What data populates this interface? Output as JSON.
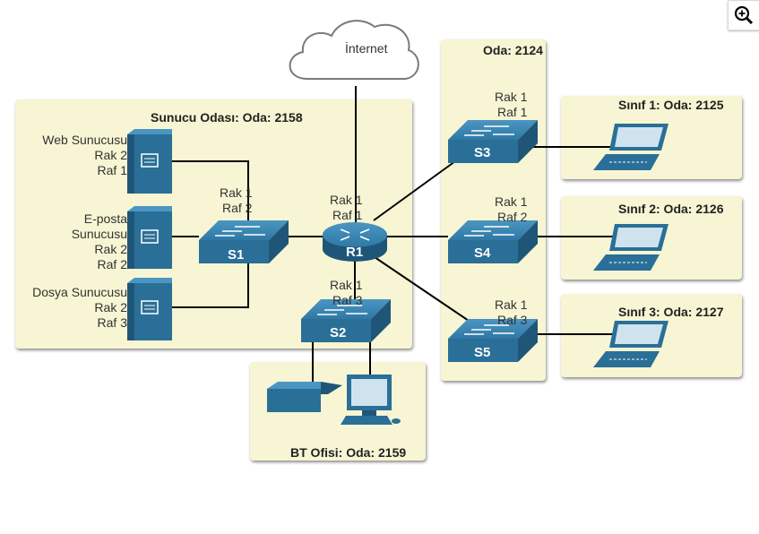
{
  "zoom_button": {
    "icon": "zoom-in-icon"
  },
  "cloud": {
    "label": "İnternet"
  },
  "zones": {
    "server_room": {
      "title": "Sunucu Odası: Oda: 2158"
    },
    "room_2124": {
      "title": "Oda: 2124"
    },
    "it_office": {
      "title": "BT Ofisi: Oda: 2159"
    },
    "class1": {
      "title": "Sınıf 1: Oda: 2125"
    },
    "class2": {
      "title": "Sınıf 2: Oda: 2126"
    },
    "class3": {
      "title": "Sınıf 3: Oda: 2127"
    }
  },
  "servers": {
    "web": {
      "lines": [
        "Web Sunucusu",
        "Rak 2",
        "Raf 1"
      ]
    },
    "email": {
      "lines": [
        "E-posta",
        "Sunucusu",
        "Rak 2",
        "Raf 2"
      ]
    },
    "file": {
      "lines": [
        "Dosya Sunucusu",
        "Rak 2",
        "Raf 3"
      ]
    }
  },
  "devices": {
    "s1": {
      "name": "S1",
      "rack": "Rak 1",
      "shelf": "Raf 2"
    },
    "r1": {
      "name": "R1",
      "rack": "Rak 1",
      "shelf": "Raf 1"
    },
    "s2": {
      "name": "S2",
      "rack": "Rak 1",
      "shelf": "Raf 3"
    },
    "s3": {
      "name": "S3",
      "rack": "Rak 1",
      "shelf": "Raf 1"
    },
    "s4": {
      "name": "S4",
      "rack": "Rak 1",
      "shelf": "Raf 2"
    },
    "s5": {
      "name": "S5",
      "rack": "Rak 1",
      "shelf": "Raf 3"
    }
  },
  "colors": {
    "zone_bg": "#f7f5d3",
    "device_blue": "#2a6f97",
    "link": "#000000"
  }
}
